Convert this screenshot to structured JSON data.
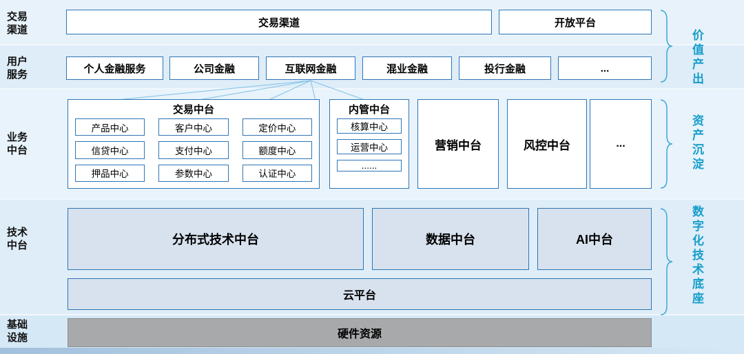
{
  "colors": {
    "box_border": "#2e75b6",
    "tech_fill": "#d8e2ee",
    "hardware_fill": "#a8a9ab",
    "annotation_teal": "#179dca",
    "connector_blue": "#7fc0e6",
    "band_light": "#e8f3fb",
    "band_mid": "#deedf8"
  },
  "left_labels": {
    "channels": "交易\n渠道",
    "services": "用户\n服务",
    "business": "业务\n中台",
    "tech": "技术\n中台",
    "infra": "基础\n设施"
  },
  "channels": {
    "trade_channel": "交易渠道",
    "open_platform": "开放平台"
  },
  "services": {
    "items": [
      "个人金融服务",
      "公司金融",
      "互联网金融",
      "混业金融",
      "投行金融",
      "..."
    ]
  },
  "business": {
    "trade": {
      "title": "交易中台",
      "cells": [
        "产品中心",
        "客户中心",
        "定价中心",
        "信贷中心",
        "支付中心",
        "额度中心",
        "押品中心",
        "参数中心",
        "认证中心"
      ]
    },
    "internal": {
      "title": "内管中台",
      "cells": [
        "核算中心",
        "运营中心",
        "......"
      ]
    },
    "marketing": "营销中台",
    "risk": "风控中台",
    "more": "..."
  },
  "tech": {
    "distributed": "分布式技术中台",
    "data": "数据中台",
    "ai": "AI中台",
    "cloud": "云平台"
  },
  "infra": {
    "hardware": "硬件资源"
  },
  "annotations": {
    "value_output": "价值产出",
    "asset_deposit": "资产沉淀",
    "digital_base": "数字化技术底座"
  }
}
